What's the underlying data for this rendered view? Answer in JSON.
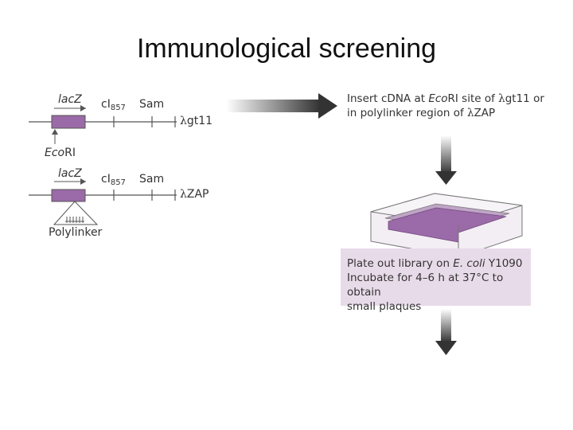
{
  "title": "Immunological screening",
  "vectors": {
    "gt11": {
      "lacz": "lacZ",
      "ci": "cI",
      "ci_sub": "857",
      "sam": "Sam",
      "lambda": "λ",
      "name": "gt11",
      "ecori_prefix": "Eco",
      "ecori_suffix": "RI"
    },
    "zap": {
      "lacz": "lacZ",
      "ci": "cI",
      "ci_sub": "857",
      "sam": "Sam",
      "lambda": "λ",
      "name": "ZAP",
      "polylinker": "Polylinker"
    }
  },
  "steps": {
    "insert_line1_pre": "Insert cDNA at ",
    "insert_line1_eco": "Eco",
    "insert_line1_mid": "RI site of ",
    "insert_line1_lambda": "λ",
    "insert_line1_post": "gt11 or",
    "insert_line2_pre": "in polylinker region of ",
    "insert_line2_lambda": "λ",
    "insert_line2_post": "ZAP",
    "plate_line1_pre": "Plate out library on ",
    "plate_line1_ital": "E. coli",
    "plate_line1_post": " Y1090",
    "plate_line2": "Incubate for 4–6 h at 37°C to obtain",
    "plate_line3": "small plaques"
  },
  "colors": {
    "purple": "#9b6aa8",
    "panel": "#e8dbe9",
    "line": "#555555"
  }
}
